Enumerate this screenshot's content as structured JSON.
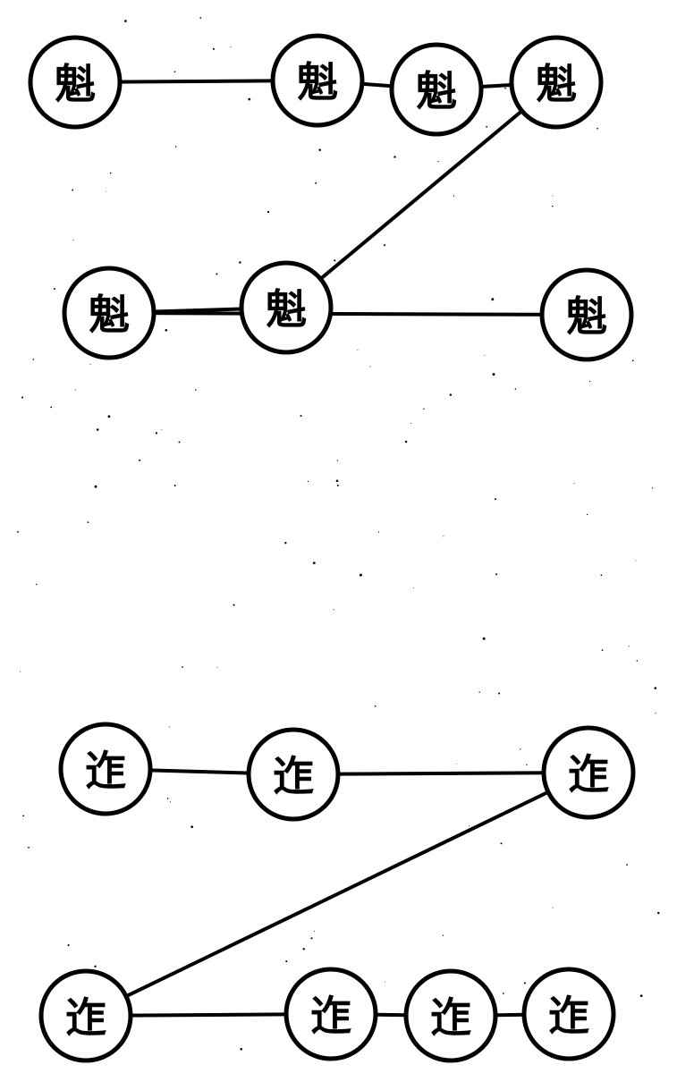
{
  "diagrams": [
    {
      "nodes": [
        {
          "id": "a1",
          "glyph": "魁"
        },
        {
          "id": "a2",
          "glyph": "魁"
        },
        {
          "id": "a3",
          "glyph": "魁"
        },
        {
          "id": "a4",
          "glyph": "魁"
        },
        {
          "id": "a5",
          "glyph": "魁"
        },
        {
          "id": "a6",
          "glyph": "魁"
        },
        {
          "id": "a7",
          "glyph": "魁"
        }
      ],
      "edges": [
        [
          "a1",
          "a2"
        ],
        [
          "a2",
          "a3"
        ],
        [
          "a3",
          "a4"
        ],
        [
          "a4",
          "a5"
        ],
        [
          "a5",
          "a6"
        ],
        [
          "a6",
          "a7"
        ]
      ]
    },
    {
      "nodes": [
        {
          "id": "b1",
          "glyph": "迮"
        },
        {
          "id": "b2",
          "glyph": "迮"
        },
        {
          "id": "b3",
          "glyph": "迮"
        },
        {
          "id": "b4",
          "glyph": "迮"
        },
        {
          "id": "b5",
          "glyph": "迮"
        },
        {
          "id": "b6",
          "glyph": "迮"
        },
        {
          "id": "b7",
          "glyph": "迮"
        }
      ],
      "edges": [
        [
          "b1",
          "b2"
        ],
        [
          "b2",
          "b3"
        ],
        [
          "b3",
          "b4"
        ],
        [
          "b4",
          "b5"
        ],
        [
          "b5",
          "b6"
        ],
        [
          "b6",
          "b7"
        ]
      ]
    }
  ],
  "colors": {
    "ink": "#000000",
    "paper": "#ffffff"
  }
}
